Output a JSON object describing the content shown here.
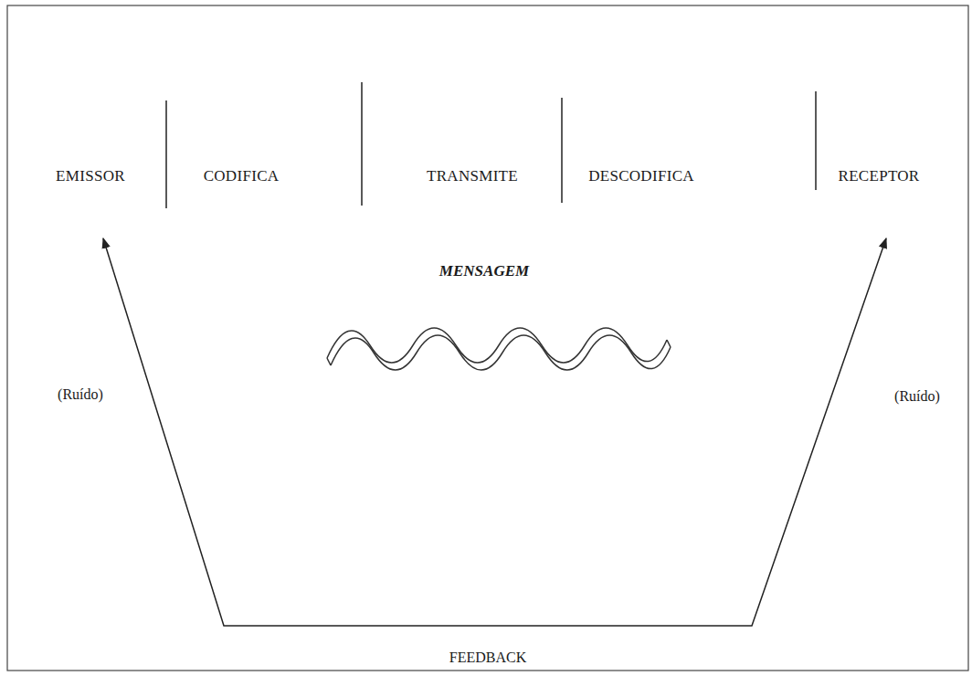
{
  "diagram": {
    "nodes": [
      {
        "text": [
          "EMISSOR"
        ]
      },
      {
        "text": [
          "CODIFICA"
        ]
      },
      {
        "text": [
          "TRANSMITE"
        ]
      },
      {
        "text": [
          "DESCODIFICA"
        ]
      },
      {
        "text": [
          "RECEPTOR"
        ]
      }
    ],
    "edges": [
      {
        "from": 0,
        "to": 4,
        "arrow": "both",
        "label": "FEEDBACK"
      }
    ],
    "labels": [
      "MENSAGEM",
      "(Ruído)",
      "(Ruído)"
    ]
  }
}
